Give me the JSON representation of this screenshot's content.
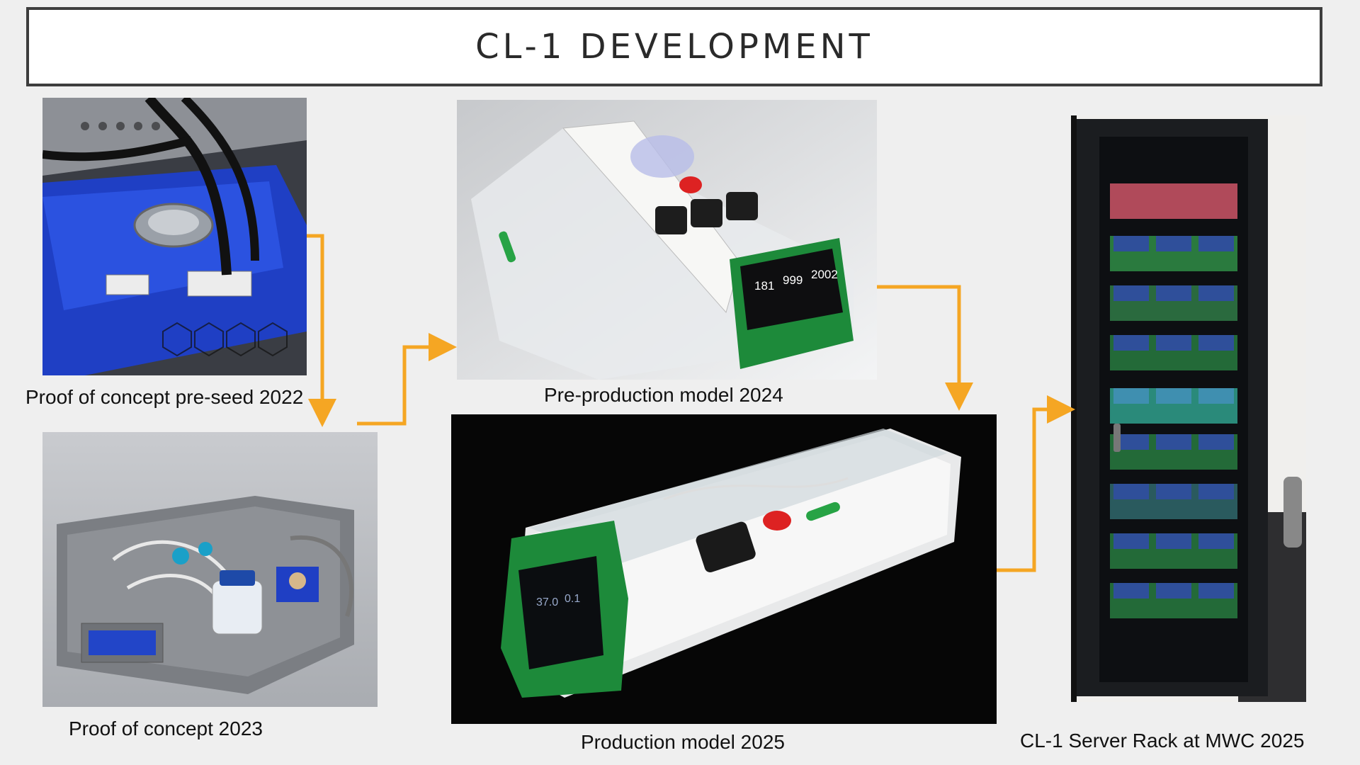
{
  "title": "CL-1 DEVELOPMENT",
  "accent_color": "#f5a623",
  "stages": [
    {
      "caption": "Proof of concept  pre-seed 2022"
    },
    {
      "caption": "Proof of concept 2023"
    },
    {
      "caption": "Pre-production model 2024"
    },
    {
      "caption": "Production model 2025"
    },
    {
      "caption": "CL-1 Server Rack at MWC 2025"
    }
  ],
  "device_readouts": {
    "preproduction": [
      "181",
      "999",
      "2002"
    ],
    "production": [
      "37.0",
      "0.1"
    ]
  },
  "icons": [
    "arrow-connector",
    "device-photo"
  ]
}
